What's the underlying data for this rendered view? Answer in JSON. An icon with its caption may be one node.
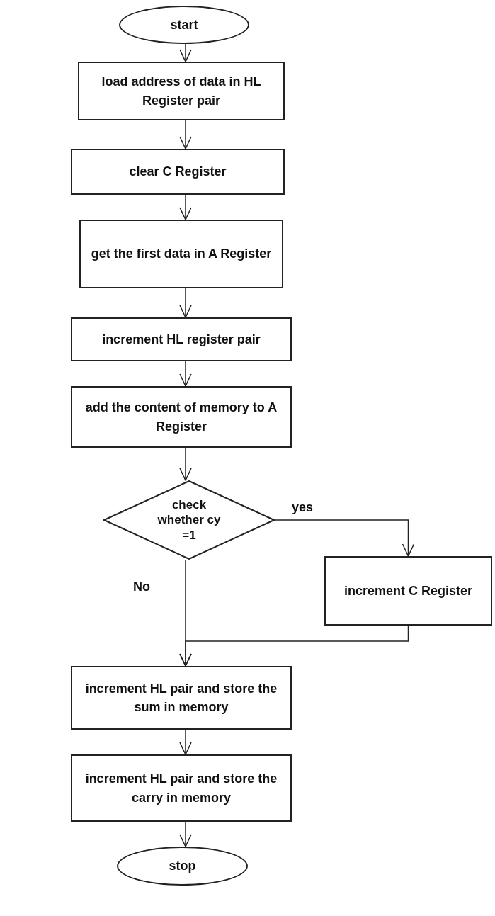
{
  "diagram": {
    "nodes": [
      {
        "text": [
          "start"
        ]
      },
      {
        "text": [
          "load address of data in HL Register pair"
        ]
      },
      {
        "text": [
          "clear C Register"
        ]
      },
      {
        "text": [
          "get the first data in A Register"
        ]
      },
      {
        "text": [
          "increment HL register pair"
        ]
      },
      {
        "text": [
          "add the content of memory to A Register"
        ]
      },
      {
        "text": [
          "check whether cy =1"
        ]
      },
      {
        "text": [
          "increment C Register"
        ]
      },
      {
        "text": [
          "increment HL pair and store the sum in memory"
        ]
      },
      {
        "text": [
          "increment HL pair and store the carry in memory"
        ]
      },
      {
        "text": [
          "stop"
        ]
      }
    ],
    "edges": [
      {
        "from": 0,
        "to": 1,
        "arrow": "to"
      },
      {
        "from": 1,
        "to": 2,
        "arrow": "to"
      },
      {
        "from": 2,
        "to": 3,
        "arrow": "to"
      },
      {
        "from": 3,
        "to": 4,
        "arrow": "to"
      },
      {
        "from": 4,
        "to": 5,
        "arrow": "to"
      },
      {
        "from": 5,
        "to": 6,
        "arrow": "to"
      },
      {
        "from": 6,
        "to": 7,
        "arrow": "to",
        "label": "yes"
      },
      {
        "from": 6,
        "to": 8,
        "arrow": "to",
        "label": "No"
      },
      {
        "from": 7,
        "to": 8,
        "arrow": "to"
      },
      {
        "from": 8,
        "to": 9,
        "arrow": "to"
      },
      {
        "from": 9,
        "to": 10,
        "arrow": "to"
      }
    ]
  }
}
